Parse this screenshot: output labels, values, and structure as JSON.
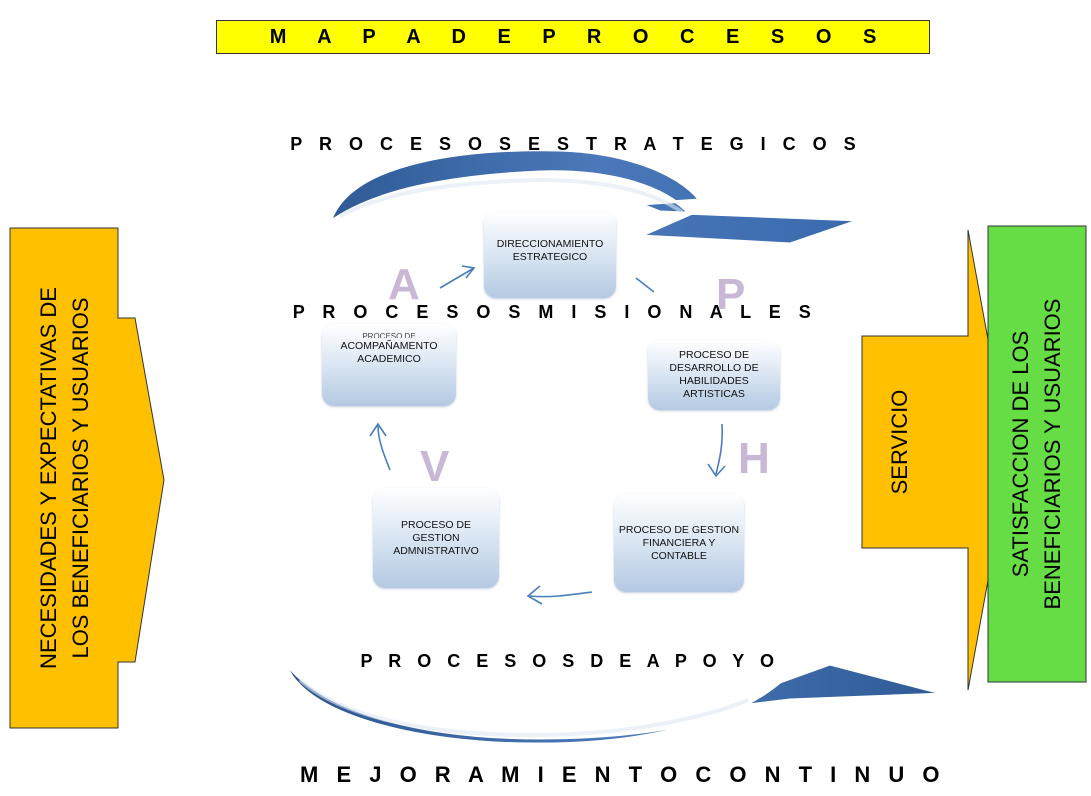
{
  "title": "M A P A  D E  P R O C E S O S",
  "headings": {
    "estrategicos": "P R O C E S O S   E S T R A T E G I C O S",
    "misionales": "P R O C E S O S   M I S I O N A L E S",
    "apoyo": "P R O C E S O S   D E   A P O Y O",
    "mejoramiento": "M E J O R A M I E N T O   C O N T I N U O"
  },
  "left_input": {
    "line1": "NECESIDADES Y EXPECTATIVAS DE",
    "line2": "LOS BENEFICIARIOS Y USUARIOS"
  },
  "servicio": "SERVICIO",
  "right_output": {
    "line1": "SATISFACCION DE LOS",
    "line2": "BENEFICIARIOS Y USUARIOS"
  },
  "processes": {
    "direccionamiento": "DIRECCIONAMIENTO ESTRATEGICO",
    "desarrollo": "PROCESO DE DESARROLLO DE HABILIDADES ARTISTICAS",
    "financiera": "PROCESO DE GESTION FINANCIERA Y CONTABLE",
    "administrativo": "PROCESO DE GESTION ADMNISTRATIVO",
    "acompanamiento_top": "PROCESO DE",
    "acompanamiento": "ACOMPAÑAMENTO ACADEMICO"
  },
  "phva": {
    "p": "P",
    "h": "H",
    "v": "V",
    "a": "A"
  },
  "colors": {
    "banner": "#ffff00",
    "input_arrow": "#ffc000",
    "output_box": "#66dd44",
    "blue_arrow": "#4a78b8",
    "phva_letter": "#c9b7d6"
  }
}
